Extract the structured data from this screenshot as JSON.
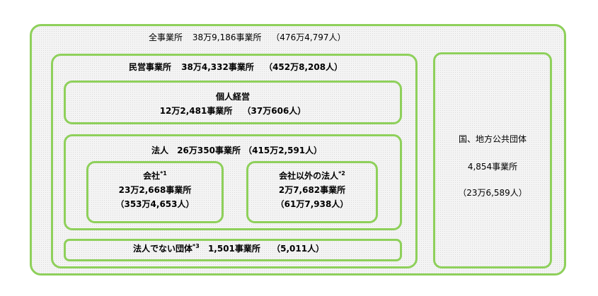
{
  "all": {
    "label": "全事業所",
    "count": "38万9,186事業所",
    "workers": "（476万4,797人）"
  },
  "private": {
    "label": "民営事業所",
    "count": "38万4,332事業所",
    "workers": "（452万8,208人）"
  },
  "individual": {
    "label": "個人経営",
    "count": "12万2,481事業所",
    "workers": "（37万606人）"
  },
  "corporate": {
    "label": "法人",
    "count": "26万350事業所",
    "workers": "（415万2,591人）"
  },
  "company": {
    "label": "会社",
    "mark": "*1",
    "count": "23万2,668事業所",
    "workers": "（353万4,653人）"
  },
  "other_corp": {
    "label": "会社以外の法人",
    "mark": "*2",
    "count": "2万7,682事業所",
    "workers": "（61万7,938人）"
  },
  "non_corp": {
    "label": "法人でない団体",
    "mark": "*3",
    "count": "1,501事業所",
    "workers": "（5,011人）"
  },
  "public": {
    "label": "国、地方公共団体",
    "count": "4,854事業所",
    "workers": "（23万6,589人）"
  }
}
